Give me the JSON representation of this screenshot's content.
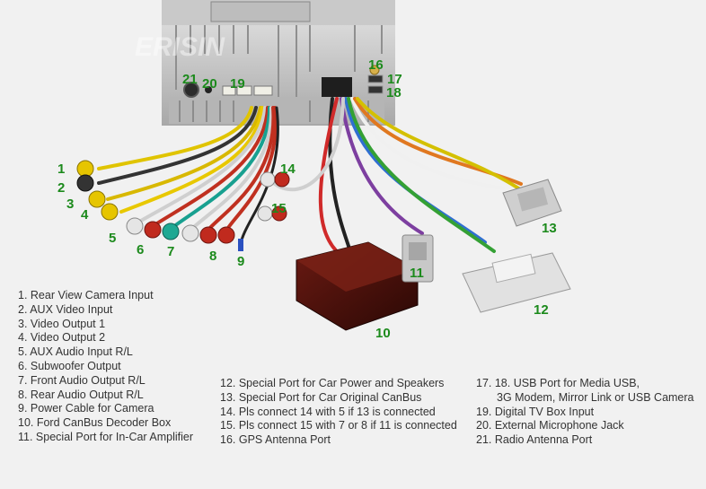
{
  "watermark": "ERISIN",
  "callouts": [
    "1",
    "2",
    "3",
    "4",
    "5",
    "6",
    "7",
    "8",
    "9",
    "10",
    "11",
    "12",
    "13",
    "14",
    "15",
    "16",
    "17",
    "18",
    "19",
    "20",
    "21"
  ],
  "legend": {
    "col1": [
      "1. Rear View Camera Input",
      "2. AUX Video Input",
      "3. Video Output 1",
      "4. Video Output 2",
      "5. AUX Audio Input R/L",
      "6. Subwoofer Output",
      "7. Front Audio Output R/L",
      "8. Rear Audio Output R/L",
      "9. Power Cable for Camera",
      "10. Ford CanBus Decoder Box",
      "11. Special Port for In-Car Amplifier"
    ],
    "col2": [
      "12. Special Port for Car Power and Speakers",
      "13. Special Port for Car Original CanBus",
      "14. Pls connect 14 with 5 if 13 is connected",
      "15. Pls connect 15 with 7 or 8 if 11 is connected",
      "16. GPS Antenna Port"
    ],
    "col3": [
      "17. 18. USB Port for Media USB,",
      "3G Modem, Mirror Link or USB Camera",
      "19. Digital TV Box Input",
      "20. External Microphone Jack",
      "21. Radio Antenna Port"
    ]
  }
}
